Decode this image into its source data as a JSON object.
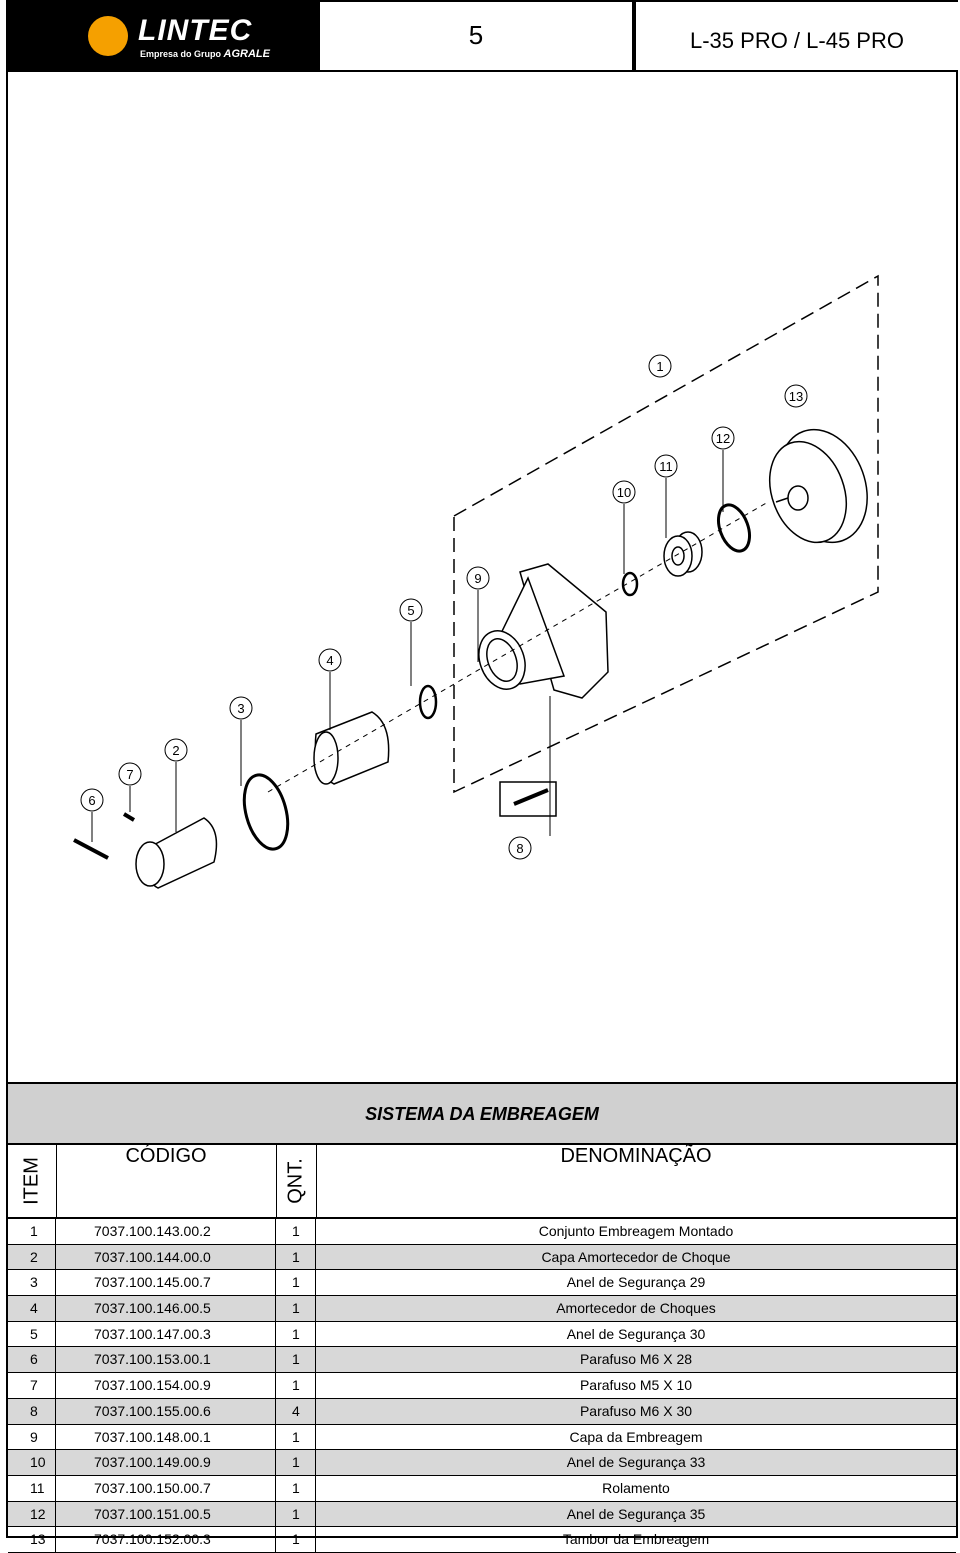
{
  "header": {
    "brand": "LINTEC",
    "brand_sub": "Empresa do Grupo",
    "brand_group": "AGRALE",
    "page_number": "5",
    "model": "L-35 PRO / L-45 PRO"
  },
  "diagram": {
    "callouts": [
      "1",
      "2",
      "3",
      "4",
      "5",
      "6",
      "7",
      "8",
      "9",
      "10",
      "11",
      "12",
      "13"
    ]
  },
  "section_title": "SISTEMA DA EMBREAGEM",
  "table": {
    "headers": {
      "item": "ITEM",
      "codigo": "CÓDIGO",
      "qnt": "QNT.",
      "denominacao": "DENOMINAÇÃO"
    },
    "rows": [
      {
        "item": "1",
        "codigo": "7037.100.143.00.2",
        "qnt": "1",
        "denominacao": "Conjunto Embreagem Montado"
      },
      {
        "item": "2",
        "codigo": "7037.100.144.00.0",
        "qnt": "1",
        "denominacao": "Capa Amortecedor de Choque"
      },
      {
        "item": "3",
        "codigo": "7037.100.145.00.7",
        "qnt": "1",
        "denominacao": "Anel de Segurança 29"
      },
      {
        "item": "4",
        "codigo": "7037.100.146.00.5",
        "qnt": "1",
        "denominacao": "Amortecedor de Choques"
      },
      {
        "item": "5",
        "codigo": "7037.100.147.00.3",
        "qnt": "1",
        "denominacao": "Anel de Segurança 30"
      },
      {
        "item": "6",
        "codigo": "7037.100.153.00.1",
        "qnt": "1",
        "denominacao": "Parafuso M6 X 28"
      },
      {
        "item": "7",
        "codigo": "7037.100.154.00.9",
        "qnt": "1",
        "denominacao": "Parafuso M5 X 10"
      },
      {
        "item": "8",
        "codigo": "7037.100.155.00.6",
        "qnt": "4",
        "denominacao": "Parafuso M6 X 30"
      },
      {
        "item": "9",
        "codigo": "7037.100.148.00.1",
        "qnt": "1",
        "denominacao": "Capa da Embreagem"
      },
      {
        "item": "10",
        "codigo": "7037.100.149.00.9",
        "qnt": "1",
        "denominacao": "Anel de Segurança 33"
      },
      {
        "item": "11",
        "codigo": "7037.100.150.00.7",
        "qnt": "1",
        "denominacao": "Rolamento"
      },
      {
        "item": "12",
        "codigo": "7037.100.151.00.5",
        "qnt": "1",
        "denominacao": "Anel de Segurança 35"
      },
      {
        "item": "13",
        "codigo": "7037.100.152.00.3",
        "qnt": "1",
        "denominacao": "Tambor da Embreagem"
      }
    ]
  }
}
